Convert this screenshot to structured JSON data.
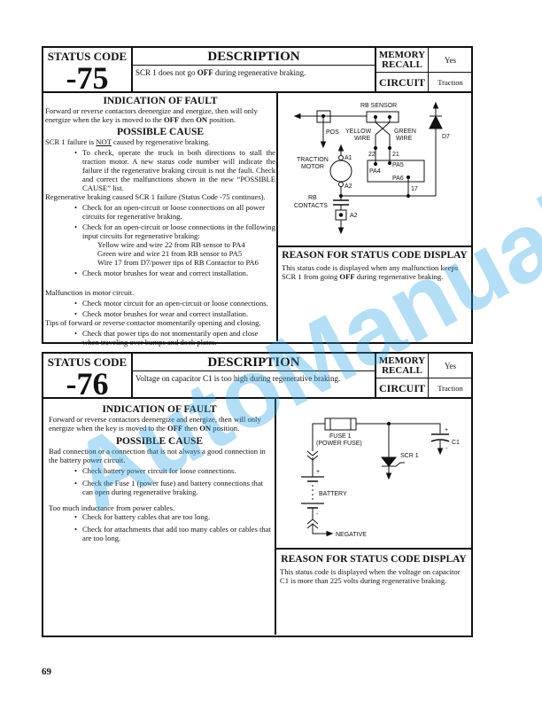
{
  "page_number": "69",
  "watermark": "AutoManual",
  "blocks": [
    {
      "status_label": "STATUS CODE",
      "code": "-75",
      "desc_title": "DESCRIPTION",
      "desc_pre": "SCR 1 does not go ",
      "desc_bold": "OFF",
      "desc_post": " during regenerative braking.",
      "memory_label": "MEMORY RECALL",
      "memory_value": "Yes",
      "circuit_label": "CIRCUIT",
      "circuit_value": "Traction",
      "indication_title": "INDICATION OF FAULT",
      "indication_pre": "Forward or reverse contactors deenergize and energize, then will only energize when the key is moved to the ",
      "off": "OFF",
      "then": " then ",
      "on": "ON",
      "position": " position.",
      "cause_title": "POSSIBLE CAUSE",
      "cause_intro_pre": "SCR 1 failure is ",
      "cause_intro_not": "NOT",
      "cause_intro_post": " caused by regenerative braking.",
      "b1": "To check, operate the truck in both directions to stall the traction motor. A new status code number will indicate the failure if the regenerative braking circuit is not the fault. Check and correct the malfunctions shown in the new “POSSIBLE CAUSE” list.",
      "p2": "Regenerative braking caused SCR 1 failure (Status Code -75 continues).",
      "b2": "Check for an open-circuit or loose connections on all power circuits for regenerative braking.",
      "b3": "Check for an open-circuit or loose connections in the following input circuits for regenerative braking:",
      "s1": "Yellow wire and wire 22 from RB sensor to PA4",
      "s2": "Green wire and wire 21 from RB sensor to PA5",
      "s3": "Wire 17 from D7/power tips of RB Contactor to PA6",
      "b4": "Check motor brushes for wear and correct installation.",
      "p3": "Malfunction in motor circuit.",
      "b5": "Check motor circuit for an open-circuit or loose connections.",
      "b6": "Check motor brushes for wear and correct installation.",
      "p4": "Tips of forward or reverse contactor momentarily opening and closing.",
      "b7": "Check that power tips do not momentarily open and close when traveling over bumps and dock plates.",
      "reason_title": "REASON FOR STATUS CODE DISPLAY",
      "reason_pre": "This status code is displayed when any malfunction keeps SCR 1 from going ",
      "reason_bold": "OFF",
      "reason_post": " during regenerative braking.",
      "diagram": {
        "rb_sensor": "RB SENSOR",
        "pos": "POS",
        "yellow": "YELLOW",
        "green": "GREEN",
        "wire": "WIRE",
        "d7": "D7",
        "traction": "TRACTION",
        "motor": "MOTOR",
        "a1": "A1",
        "a2": "A2",
        "w22": "22",
        "w21": "21",
        "pa4": "PA4",
        "pa5": "PA5",
        "pa6": "PA6",
        "w17": "17",
        "rb": "RB",
        "contacts": "CONTACTS"
      }
    },
    {
      "status_label": "STATUS CODE",
      "code": "-76",
      "desc_title": "DESCRIPTION",
      "desc": "Voltage on capacitor C1 is too high during regenerative braking.",
      "memory_label": "MEMORY RECALL",
      "memory_value": "Yes",
      "circuit_label": "CIRCUIT",
      "circuit_value": "Traction",
      "indication_title": "INDICATION OF FAULT",
      "indication_pre": "Forward or reverse contactors deenergize and energize, then will only energize when the key is moved to the ",
      "off": "OFF",
      "then": " then ",
      "on": "ON",
      "position": " position.",
      "cause_title": "POSSIBLE CAUSE",
      "p1": "Bad connection or a connection that is not always a good connection in the battery power circuit.",
      "b1": "Check battery power circuit for loose connections.",
      "b2": "Check the Fuse 1 (power fuse) and battery connections that can open during regenerative braking.",
      "p2": "Too much inductance from power cables.",
      "b3": "Check for battery cables that are too long.",
      "b4": "Check for attachments that add too many cables or cables that are too long.",
      "reason_title": "REASON FOR STATUS CODE DISPLAY",
      "reason": "This status code is displayed when the voltage on capacitor C1 is more than 225 volts during regenerative braking.",
      "diagram": {
        "fuse": "FUSE 1",
        "power_fuse": "(POWER FUSE)",
        "scr": "SCR 1",
        "c1": "C1",
        "plus": "+",
        "minus": "-",
        "battery": "BATTERY",
        "negative": "NEGATIVE"
      }
    }
  ]
}
